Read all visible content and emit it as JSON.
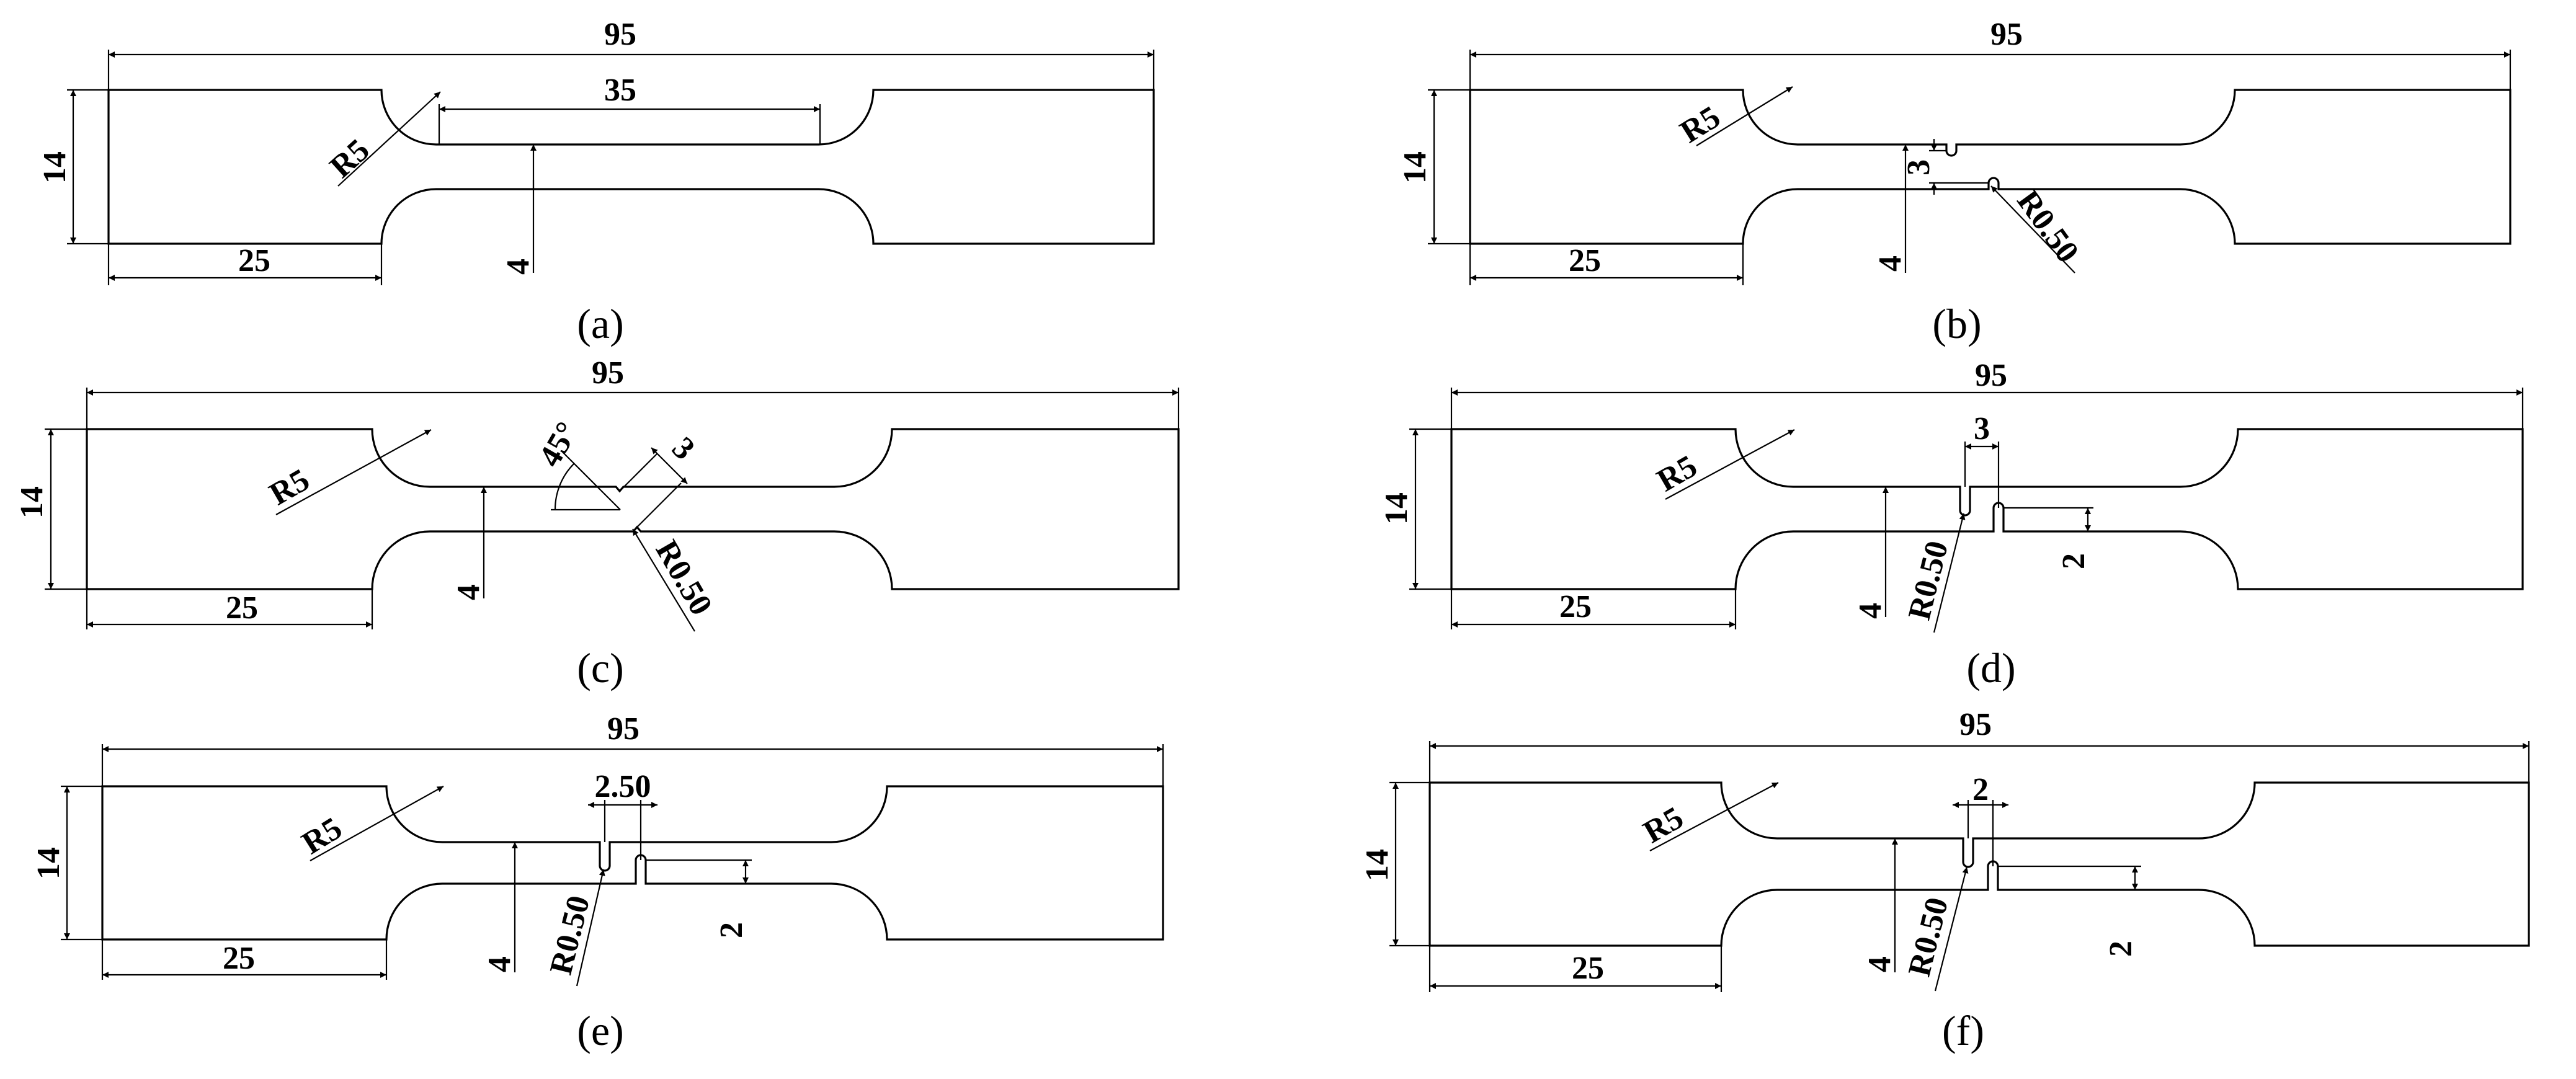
{
  "figure": {
    "panels": [
      {
        "caption": "(a)",
        "dimensions": {
          "length": "95",
          "width": "14",
          "grip_length": "25",
          "gauge_width": "4",
          "fillet_radius": "R5",
          "gauge_length": "35"
        }
      },
      {
        "caption": "(b)",
        "dimensions": {
          "length": "95",
          "width": "14",
          "grip_length": "25",
          "gauge_width": "4",
          "fillet_radius": "R5",
          "notch_spacing": "3",
          "notch_radius": "R0.50"
        }
      },
      {
        "caption": "(c)",
        "dimensions": {
          "length": "95",
          "width": "14",
          "grip_length": "25",
          "gauge_width": "4",
          "fillet_radius": "R5",
          "notch_angle": "45°",
          "notch_spacing": "3",
          "notch_radius": "R0.50"
        }
      },
      {
        "caption": "(d)",
        "dimensions": {
          "length": "95",
          "width": "14",
          "grip_length": "25",
          "gauge_width": "4",
          "fillet_radius": "R5",
          "notch_spacing": "3",
          "notch_depth": "2",
          "notch_radius": "R0.50"
        }
      },
      {
        "caption": "(e)",
        "dimensions": {
          "length": "95",
          "width": "14",
          "grip_length": "25",
          "gauge_width": "4",
          "fillet_radius": "R5",
          "notch_spacing": "2.50",
          "notch_depth": "2",
          "notch_radius": "R0.50"
        }
      },
      {
        "caption": "(f)",
        "dimensions": {
          "length": "95",
          "width": "14",
          "grip_length": "25",
          "gauge_width": "4",
          "fillet_radius": "R5",
          "notch_spacing": "2",
          "notch_depth": "2",
          "notch_radius": "R0.50"
        }
      }
    ]
  }
}
